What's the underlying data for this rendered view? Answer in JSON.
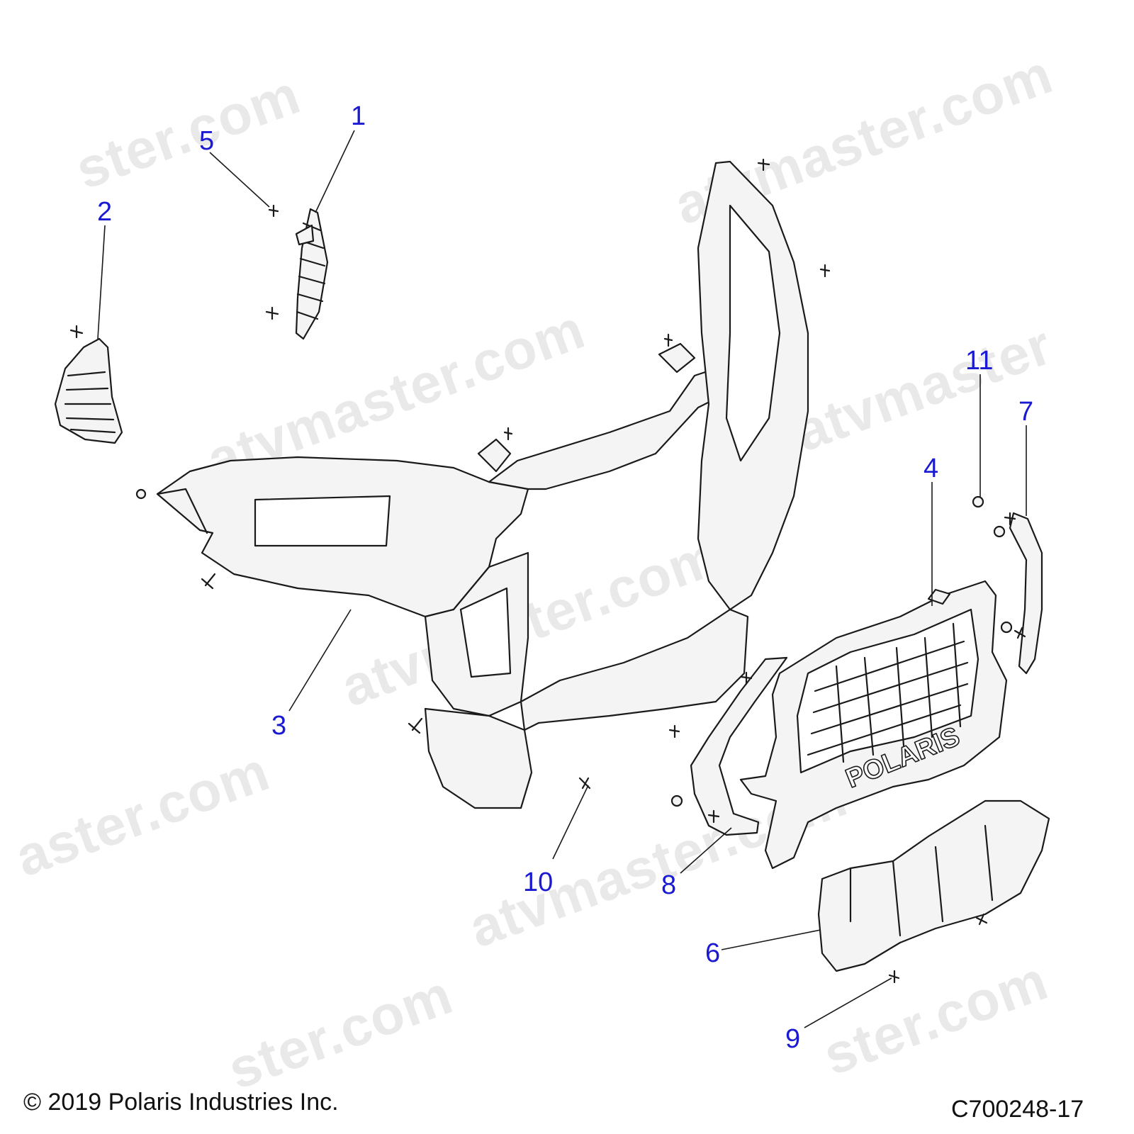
{
  "watermark": {
    "text_com": "atvmaster.com",
    "text_master": "atvmaster",
    "text_ster": "ster.com",
    "text_asterd": "aster.com",
    "text_frag_com": ".com",
    "text_frag_atv": "atv"
  },
  "callouts": [
    {
      "id": "1",
      "label": "1"
    },
    {
      "id": "2",
      "label": "2"
    },
    {
      "id": "3",
      "label": "3"
    },
    {
      "id": "4",
      "label": "4"
    },
    {
      "id": "5",
      "label": "5"
    },
    {
      "id": "6",
      "label": "6"
    },
    {
      "id": "7",
      "label": "7"
    },
    {
      "id": "8",
      "label": "8"
    },
    {
      "id": "9",
      "label": "9"
    },
    {
      "id": "10",
      "label": "10"
    },
    {
      "id": "11",
      "label": "11"
    }
  ],
  "footer": {
    "copyright": "© 2019 Polaris Industries Inc.",
    "diagram_code": "C700248-17"
  },
  "grille_logo_text": "POLARIS",
  "colors": {
    "callout": "#1a1ad2",
    "line": "#1a1a1a",
    "part_fill": "#f4f4f4",
    "watermark": "#e9e9e9"
  }
}
